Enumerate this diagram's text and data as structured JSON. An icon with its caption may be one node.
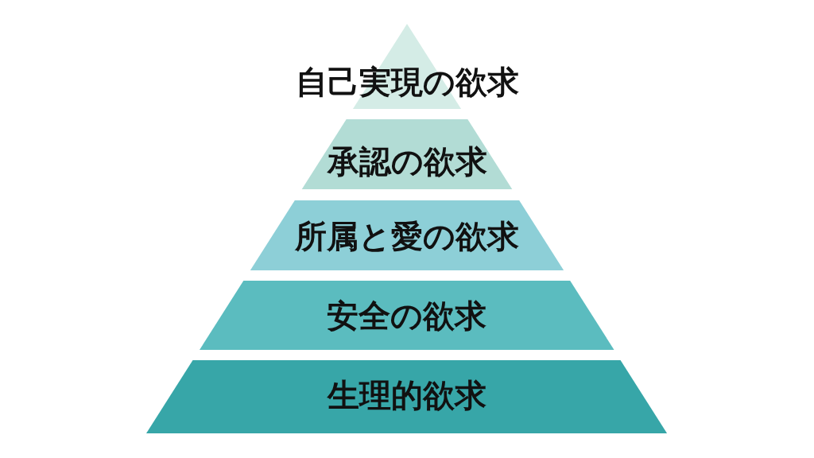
{
  "diagram": {
    "nodes": [
      {
        "text": [
          "自己実現の欲求"
        ]
      },
      {
        "text": [
          "承認の欲求"
        ]
      },
      {
        "text": [
          "所属と愛の欲求"
        ]
      },
      {
        "text": [
          "安全の欲求"
        ]
      },
      {
        "text": [
          "生理的欲求"
        ]
      }
    ]
  }
}
